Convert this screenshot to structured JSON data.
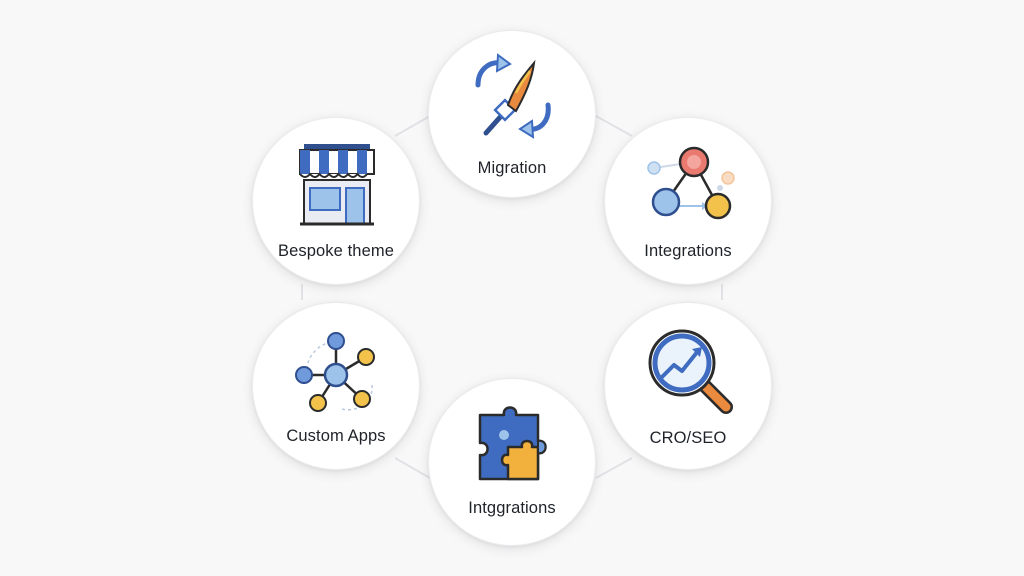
{
  "nodes": {
    "migration": {
      "label": "Migration",
      "icon": "paintbrush-arrows-icon"
    },
    "bespoke_theme": {
      "label": "Bespoke theme",
      "icon": "storefront-icon"
    },
    "integrations": {
      "label": "Integrations",
      "icon": "connected-nodes-icon"
    },
    "custom_apps": {
      "label": "Custom Apps",
      "icon": "network-hub-icon"
    },
    "cro_seo": {
      "label": "CRO/SEO",
      "icon": "magnifier-trend-icon"
    },
    "intggrations": {
      "label": "Intggrations",
      "icon": "puzzle-piece-icon"
    }
  },
  "colors": {
    "background": "#f8f8f9",
    "connector": "#e2e2e6",
    "blue": "#3f6cc0",
    "light_blue": "#9ec3ea",
    "orange": "#ea8a3e",
    "yellow": "#f2c24b",
    "red": "#ea7a70"
  }
}
